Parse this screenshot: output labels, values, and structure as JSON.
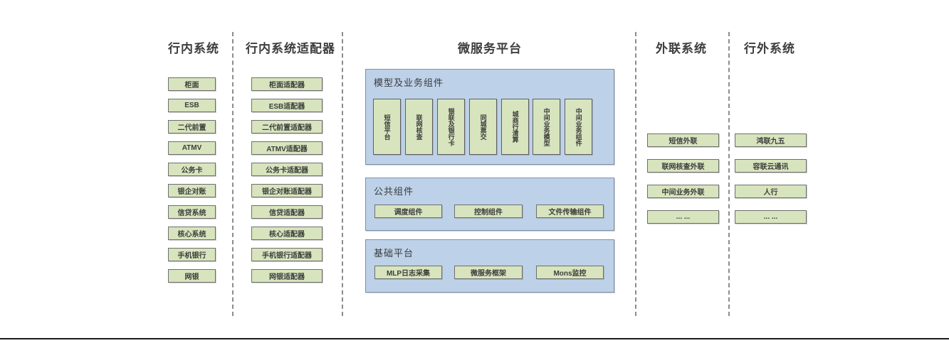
{
  "colors": {
    "box_fill_green": "#d7e4bd",
    "box_border_gray": "#6e6e6e",
    "panel_fill_blue": "#bdd1e8",
    "panel_border_blue": "#7c90ac",
    "divider_gray": "#8c8c8c",
    "text_dark": "#3d3d3d"
  },
  "columns": {
    "internal": {
      "header": "行内系统",
      "items": [
        "柜面",
        "ESB",
        "二代前置",
        "ATMV",
        "公务卡",
        "银企对账",
        "信贷系统",
        "核心系统",
        "手机银行",
        "网银"
      ]
    },
    "adapters": {
      "header": "行内系统适配器",
      "items": [
        "柜面适配器",
        "ESB适配器",
        "二代前置适配器",
        "ATMV适配器",
        "公务卡适配器",
        "银企对账适配器",
        "信贷适配器",
        "核心适配器",
        "手机银行适配器",
        "网银适配器"
      ]
    },
    "platform": {
      "header": "微服务平台",
      "panels": [
        {
          "title": "模型及业务组件",
          "items": [
            "短信平台",
            "联网核查",
            "银联及银行卡",
            "同城票交",
            "城商行清算",
            "中间业务模型",
            "中间业务组件"
          ]
        },
        {
          "title": "公共组件",
          "items": [
            "调度组件",
            "控制组件",
            "文件传输组件"
          ]
        },
        {
          "title": "基础平台",
          "items": [
            "MLP日志采集",
            "微服务框架",
            "Mons监控"
          ]
        }
      ]
    },
    "outlink": {
      "header": "外联系统",
      "items": [
        "短信外联",
        "联网核查外联",
        "中间业务外联",
        "... ..."
      ]
    },
    "external": {
      "header": "行外系统",
      "items": [
        "鸿联九五",
        "容联云通讯",
        "人行",
        "... ..."
      ]
    }
  }
}
